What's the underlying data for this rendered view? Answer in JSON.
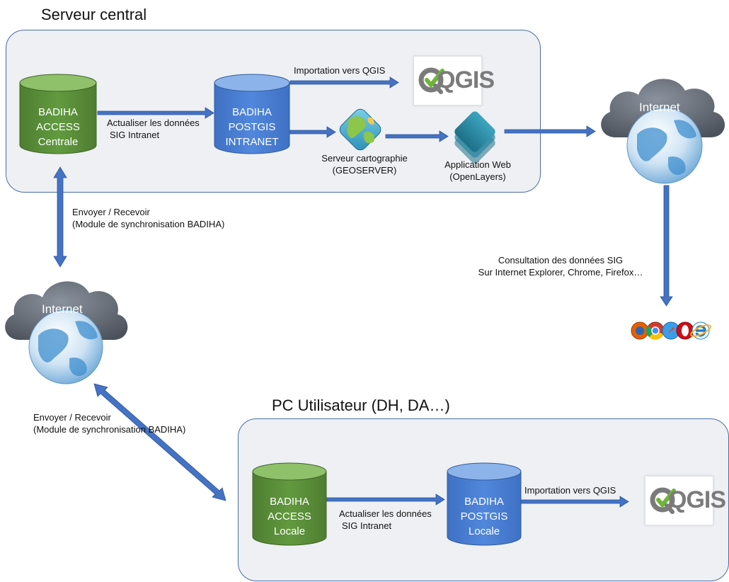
{
  "central_server": {
    "title": "Serveur central",
    "db_access": [
      "BADIHA",
      "ACCESS",
      "Centrale"
    ],
    "update_label": [
      "Actualiser les données",
      "SIG Intranet"
    ],
    "db_postgis": [
      "BADIHA",
      "POSTGIS",
      "INTRANET"
    ],
    "import_label": "Importation vers QGIS",
    "qgis_logo": "QGIS",
    "geoserver_label": [
      "Serveur cartographie",
      "(GEOSERVER)"
    ],
    "webapp_label": [
      "Application Web",
      "(OpenLayers)"
    ]
  },
  "internet_right": {
    "label": "Internet"
  },
  "internet_left": {
    "label": "Internet"
  },
  "sync_top": [
    "Envoyer / Recevoir",
    "(Module de synchronisation BADIHA)"
  ],
  "sync_bottom": [
    "Envoyer / Recevoir",
    "(Module de synchronisation BADIHA)"
  ],
  "consultation": [
    "Consultation des données SIG",
    "Sur Internet Explorer, Chrome, Firefox…"
  ],
  "user_pc": {
    "title": "PC Utilisateur (DH, DA…)",
    "db_access": [
      "BADIHA",
      "ACCESS",
      "Locale"
    ],
    "update_label": [
      "Actualiser les données",
      "SIG Intranet"
    ],
    "db_postgis": [
      "BADIHA",
      "POSTGIS",
      "Locale"
    ],
    "import_label": "Importation vers QGIS",
    "qgis_logo": "QGIS"
  },
  "colors": {
    "access_green": "#5b8c3a",
    "postgis_blue": "#4a7fd0",
    "arrow_blue": "#4472c4",
    "panel_bg": "#eef0f4",
    "panel_border": "#4a6da8"
  }
}
